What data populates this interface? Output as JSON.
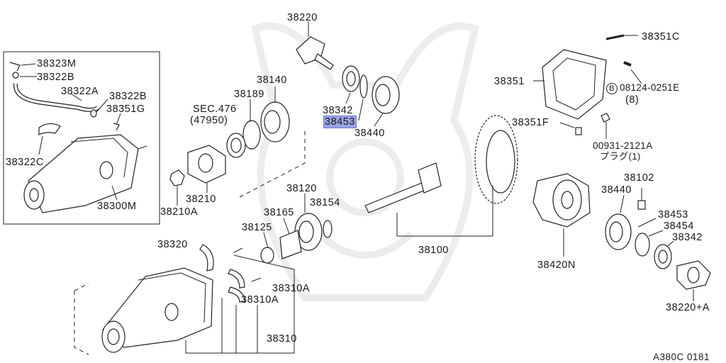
{
  "diagram": {
    "corner_code": "A380C 0181",
    "inset_labels": {
      "p38323M": "38323M",
      "p38322B_left": "38322B",
      "p38322A": "38322A",
      "p38322B_right": "38322B",
      "p38351G": "38351G",
      "p38322C": "38322C",
      "p38300M": "38300M"
    },
    "labels": {
      "p38220": "38220",
      "p38140": "38140",
      "p38189": "38189",
      "sec476": "SEC.476",
      "sec476_ref": "(47950)",
      "p38342_top": "38342",
      "p38453_top": "38453",
      "p38440_top": "38440",
      "p38210": "38210",
      "p38210A": "38210A",
      "p38120": "38120",
      "p38165": "38165",
      "p38154": "38154",
      "p38125": "38125",
      "p38320": "38320",
      "p38310A_a": "38310A",
      "p38310A_b": "38310A",
      "p38310": "38310",
      "p38100": "38100",
      "p38351C": "38351C",
      "p38351": "38351",
      "bolt_08124": "08124-0251E",
      "bolt_08124_qty": "(8)",
      "bolt_badge": "B",
      "p38351F": "38351F",
      "plug_00931": "00931-2121A",
      "plug_note": "プラグ(1)",
      "p38102": "38102",
      "p38440_right": "38440",
      "p38453_right": "38453",
      "p38454": "38454",
      "p38342_right": "38342",
      "p38420N": "38420N",
      "p38220A": "38220+A"
    }
  }
}
